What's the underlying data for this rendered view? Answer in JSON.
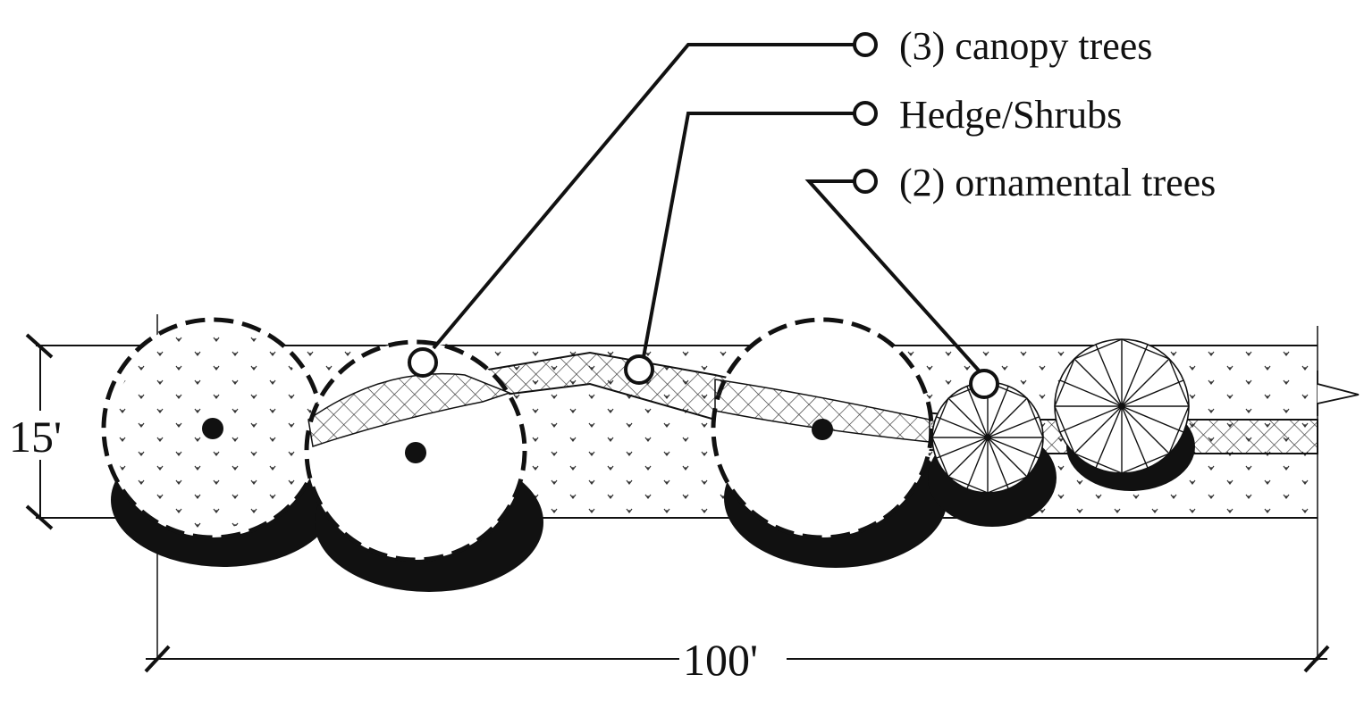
{
  "diagram": {
    "callouts": [
      {
        "id": "canopy",
        "label": "(3) canopy trees"
      },
      {
        "id": "hedge",
        "label": "Hedge/Shrubs"
      },
      {
        "id": "ornamental",
        "label": "(2) ornamental trees"
      }
    ],
    "dimensions": {
      "depth": "15'",
      "length": "100'"
    },
    "colors": {
      "line": "#111111",
      "background": "#ffffff",
      "hatch": "#333333"
    }
  }
}
